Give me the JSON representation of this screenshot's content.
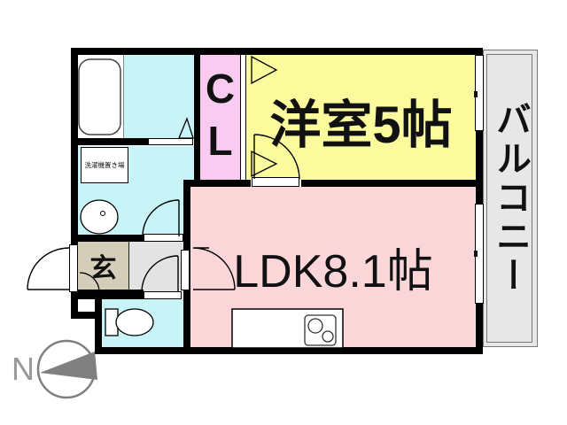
{
  "floorplan": {
    "rooms": {
      "closet_label": "CL",
      "western_room_label": "洋室5帖",
      "ldk_label": "LDK8.1帖",
      "balcony_label": "バルコニー",
      "entrance_label": "玄",
      "laundry_label": "洗濯機置き場"
    },
    "compass_label": "N",
    "colors": {
      "bathroom_cyan": "#C8F4F8",
      "closet_pink": "#F9CBF1",
      "western_yellow": "#FBFA9C",
      "ldk_pink": "#FBD6D9",
      "entrance_beige": "#D3CDBA",
      "hallway_gray": "#E3E3E3",
      "balcony_gray": "#E7E7E7",
      "wall": "#000000",
      "compass_gray": "#808080"
    }
  }
}
